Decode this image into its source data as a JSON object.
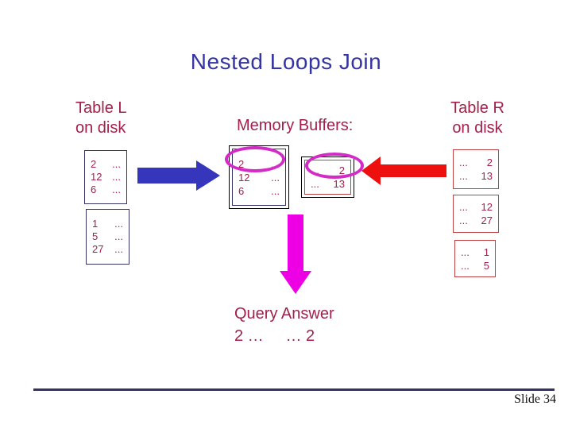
{
  "slide": {
    "title": "Nested Loops Join",
    "slide_number": "Slide 34"
  },
  "table_l": {
    "label_line1": "Table L",
    "label_line2": "on disk",
    "pages": [
      {
        "rows": [
          {
            "l": "2",
            "r": "..."
          },
          {
            "l": "12",
            "r": "..."
          },
          {
            "l": "6",
            "r": "..."
          }
        ]
      },
      {
        "rows": [
          {
            "l": "1",
            "r": "..."
          },
          {
            "l": "5",
            "r": "..."
          },
          {
            "l": "27",
            "r": "..."
          }
        ]
      }
    ]
  },
  "memory": {
    "label": "Memory Buffers:",
    "l_buffer": {
      "rows": [
        {
          "l": "2",
          "r": "..."
        },
        {
          "l": "12",
          "r": "..."
        },
        {
          "l": "6",
          "r": "..."
        }
      ]
    },
    "r_buffer": {
      "rows": [
        {
          "l": "...",
          "r": "2"
        },
        {
          "l": "...",
          "r": "13"
        }
      ]
    }
  },
  "table_r": {
    "label_line1": "Table R",
    "label_line2": "on disk",
    "pages": [
      {
        "rows": [
          {
            "l": "...",
            "r": "2"
          },
          {
            "l": "...",
            "r": "13"
          }
        ]
      },
      {
        "rows": [
          {
            "l": "...",
            "r": "12"
          },
          {
            "l": "...",
            "r": "27"
          }
        ]
      },
      {
        "rows": [
          {
            "l": "...",
            "r": "1"
          },
          {
            "l": "...",
            "r": "5"
          }
        ]
      }
    ]
  },
  "query_answer": {
    "label": "Query Answer",
    "value": "2 …     … 2"
  },
  "icons": {
    "arrow_l_to_memory": "blue-right-arrow",
    "arrow_r_to_memory": "red-left-arrow",
    "arrow_to_answer": "magenta-down-arrow",
    "match_highlight": "magenta-ellipse"
  },
  "colors": {
    "title-blue": "#3434A4",
    "crimson": "#A3204A",
    "navy": "#333366",
    "box-red": "#C04040",
    "arrow-blue": "#3636BC",
    "arrow-red": "#EE0F0F",
    "magenta": "#EE00E4",
    "ellipse-magenta": "#D42BC8",
    "footer-navy": "#333366",
    "text-black": "#111111"
  }
}
